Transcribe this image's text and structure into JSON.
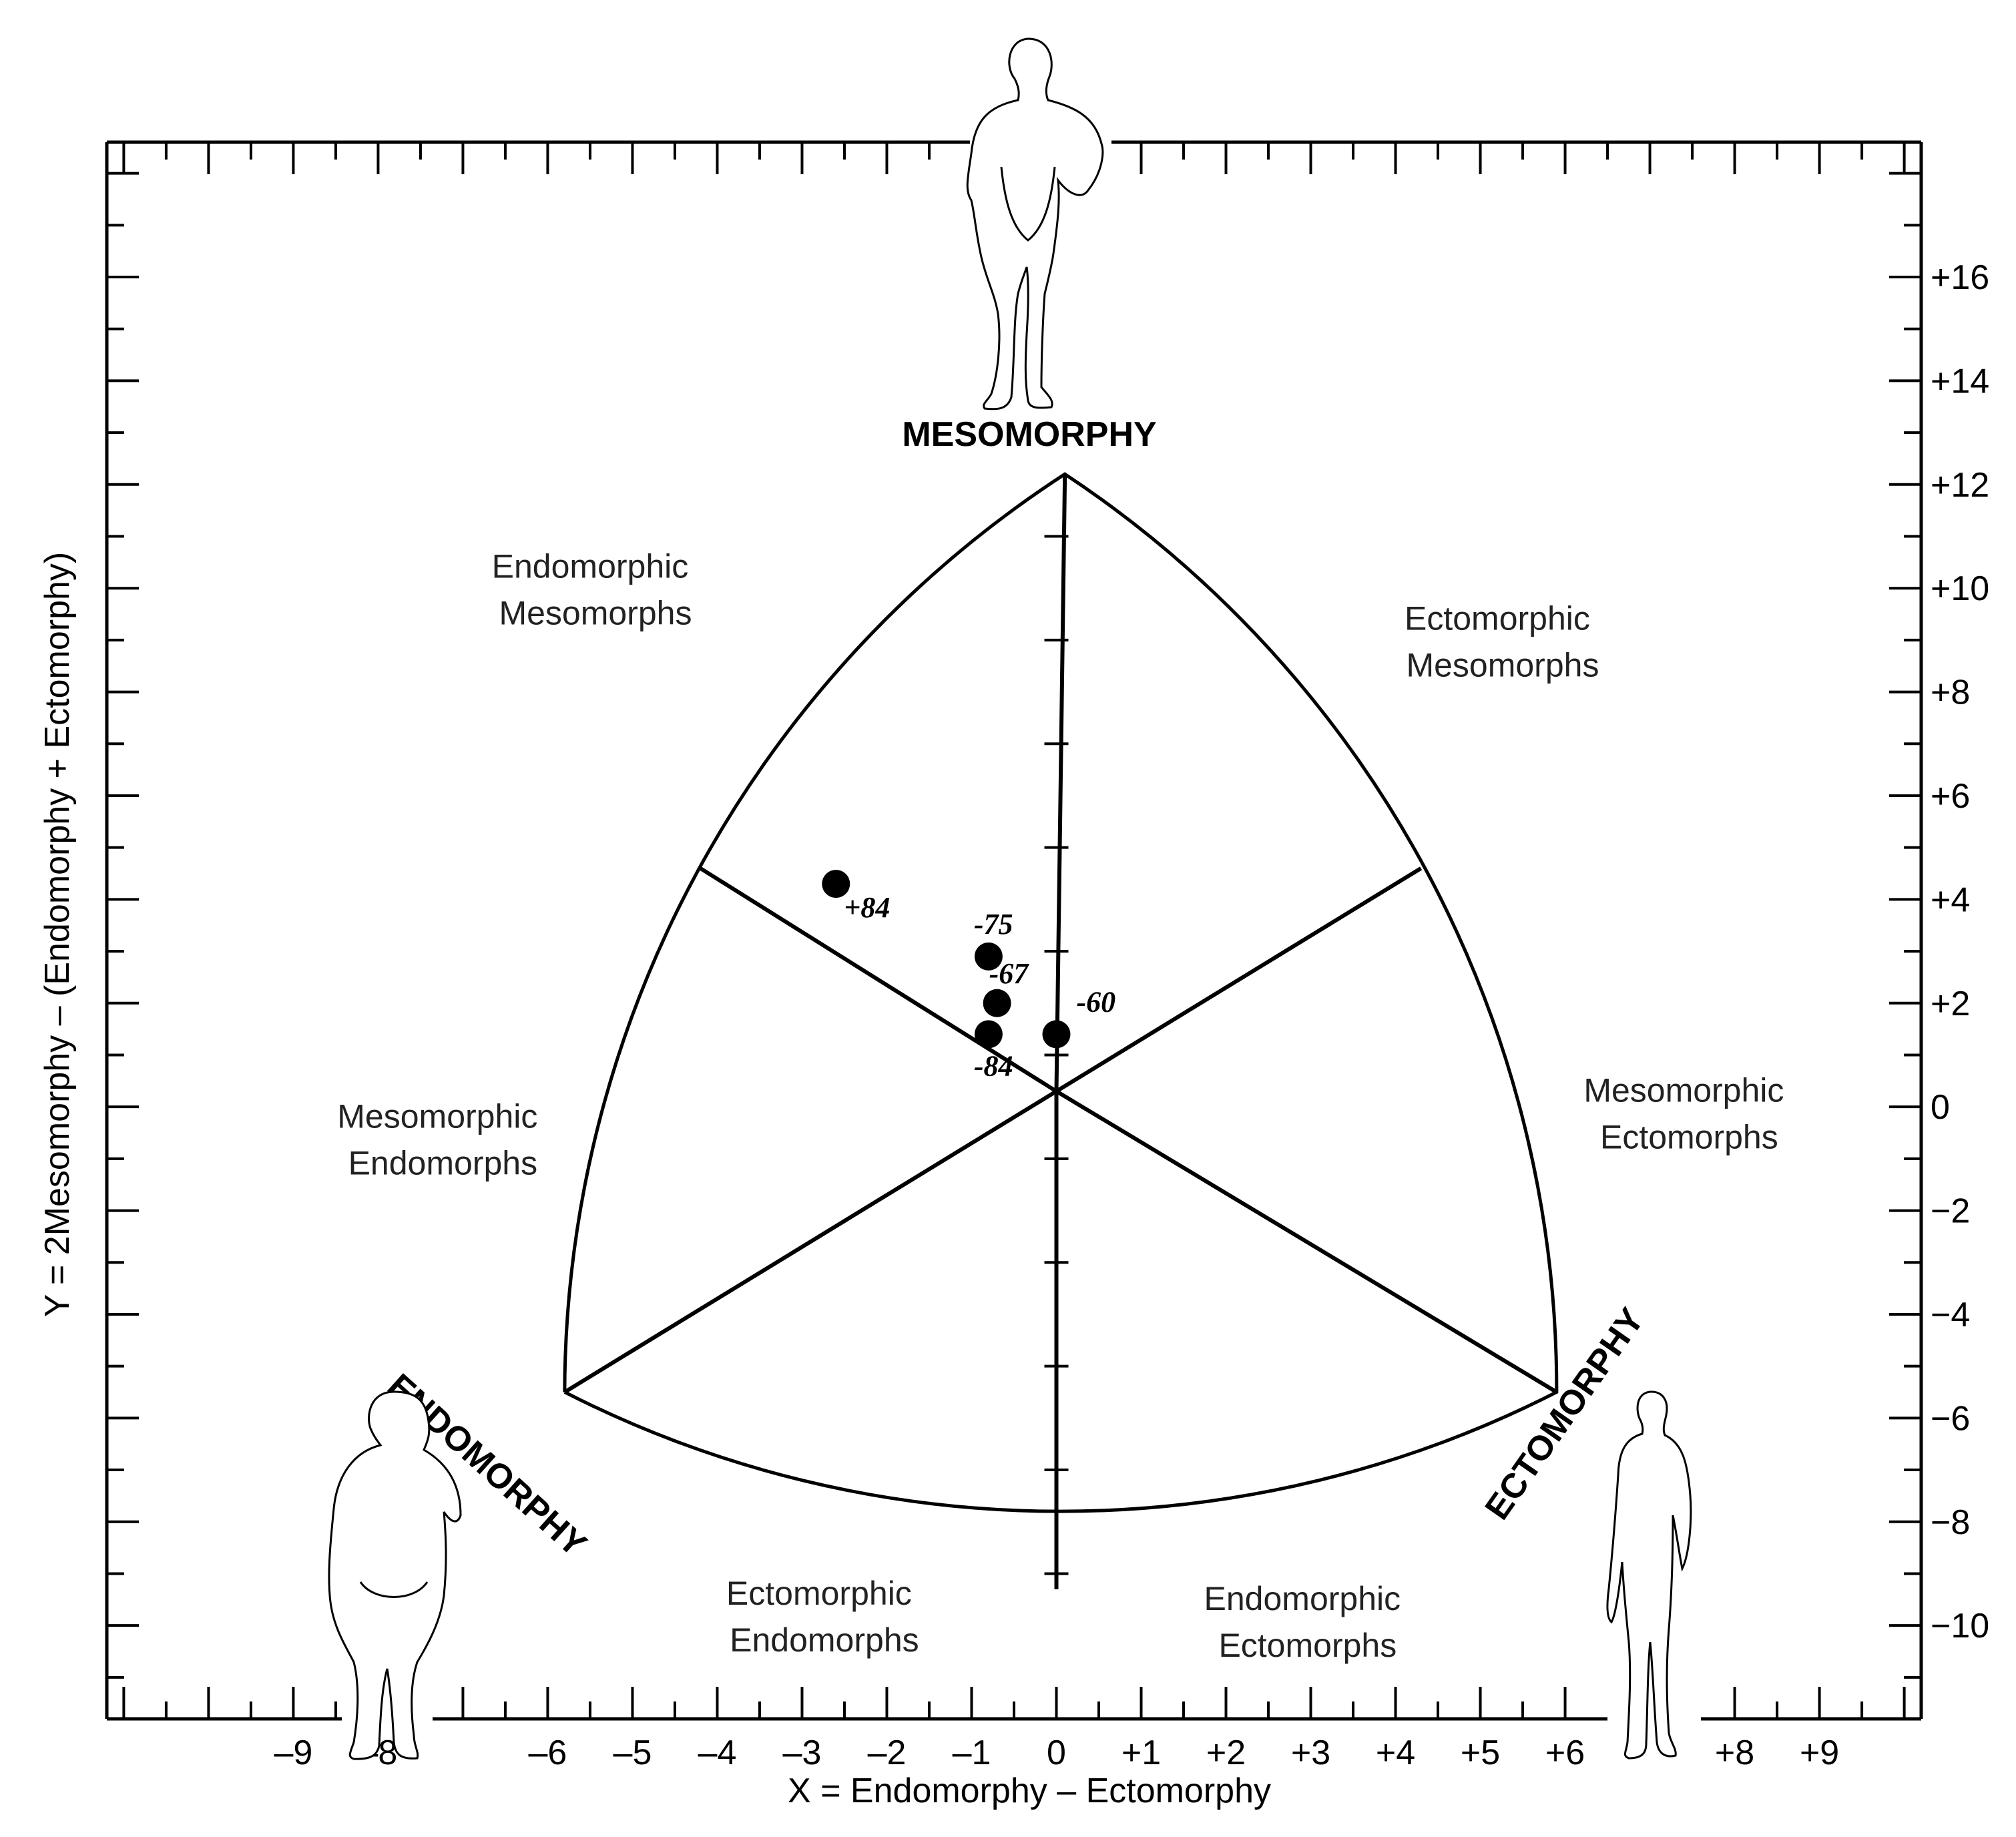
{
  "chart_data": {
    "type": "scatter",
    "xlabel": "X = Endomorphy – Ectomorphy",
    "ylabel": "Y = 2Mesomorphy – (Endomorphy + Ectomorphy)",
    "xlim": [
      -11.2,
      10.2
    ],
    "ylim": [
      -11.8,
      18.6
    ],
    "x_tick_labels": [
      "–9",
      "–8",
      "–6",
      "–5",
      "–4",
      "–3",
      "–2",
      "–1",
      "0",
      "+1",
      "+2",
      "+3",
      "+4",
      "+5",
      "+6",
      "+8",
      "+9"
    ],
    "x_tick_values": [
      -9,
      -8,
      -6,
      -5,
      -4,
      -3,
      -2,
      -1,
      0,
      1,
      2,
      3,
      4,
      5,
      6,
      8,
      9
    ],
    "y_tick_labels": [
      "+16",
      "+14",
      "+12",
      "+10",
      "+8",
      "+6",
      "+4",
      "+2",
      "0",
      "−2",
      "−4",
      "−6",
      "−8",
      "−10"
    ],
    "y_tick_values": [
      16,
      14,
      12,
      10,
      8,
      6,
      4,
      2,
      0,
      -2,
      -4,
      -6,
      -8,
      -10
    ],
    "corners": {
      "mesomorphy": {
        "label": "MESOMORPHY",
        "x": 0.1,
        "y": 12.2
      },
      "endomorphy": {
        "label": "ENDOMORPHY",
        "x": -5.8,
        "y": -5.5
      },
      "ectomorphy": {
        "label": "ECTOMORPHY",
        "x": 5.9,
        "y": -5.5
      }
    },
    "center": {
      "x": 0,
      "y": 0.3
    },
    "regions": [
      {
        "line1": "Endomorphic",
        "line2": "Mesomorphs",
        "x": -5.5,
        "y": 10.2
      },
      {
        "line1": "Ectomorphic",
        "line2": "Mesomorphs",
        "x": 5.2,
        "y": 9.2
      },
      {
        "line1": "Mesomorphic",
        "line2": "Endomorphs",
        "x": -7.3,
        "y": -0.4
      },
      {
        "line1": "Mesomorphic",
        "line2": "Ectomorphs",
        "x": 7.4,
        "y": 0.1
      },
      {
        "line1": "Ectomorphic",
        "line2": "Endomorphs",
        "x": -2.8,
        "y": -9.6
      },
      {
        "line1": "Endomorphic",
        "line2": "Ectomorphs",
        "x": 2.9,
        "y": -9.7
      }
    ],
    "series": [
      {
        "points": [
          {
            "label": "+84",
            "x": -2.6,
            "y": 4.3
          },
          {
            "label": "-75",
            "x": -0.8,
            "y": 2.9
          },
          {
            "label": "-67",
            "x": -0.7,
            "y": 2.0
          },
          {
            "label": "-84",
            "x": -0.8,
            "y": 1.4
          },
          {
            "label": "-60",
            "x": 0.0,
            "y": 1.4
          }
        ]
      }
    ],
    "grid": false,
    "colors": {
      "point": "#000000",
      "line": "#000000"
    }
  },
  "icons": [
    "mesomorph-figure-icon",
    "endomorph-figure-icon",
    "ectomorph-figure-icon"
  ]
}
